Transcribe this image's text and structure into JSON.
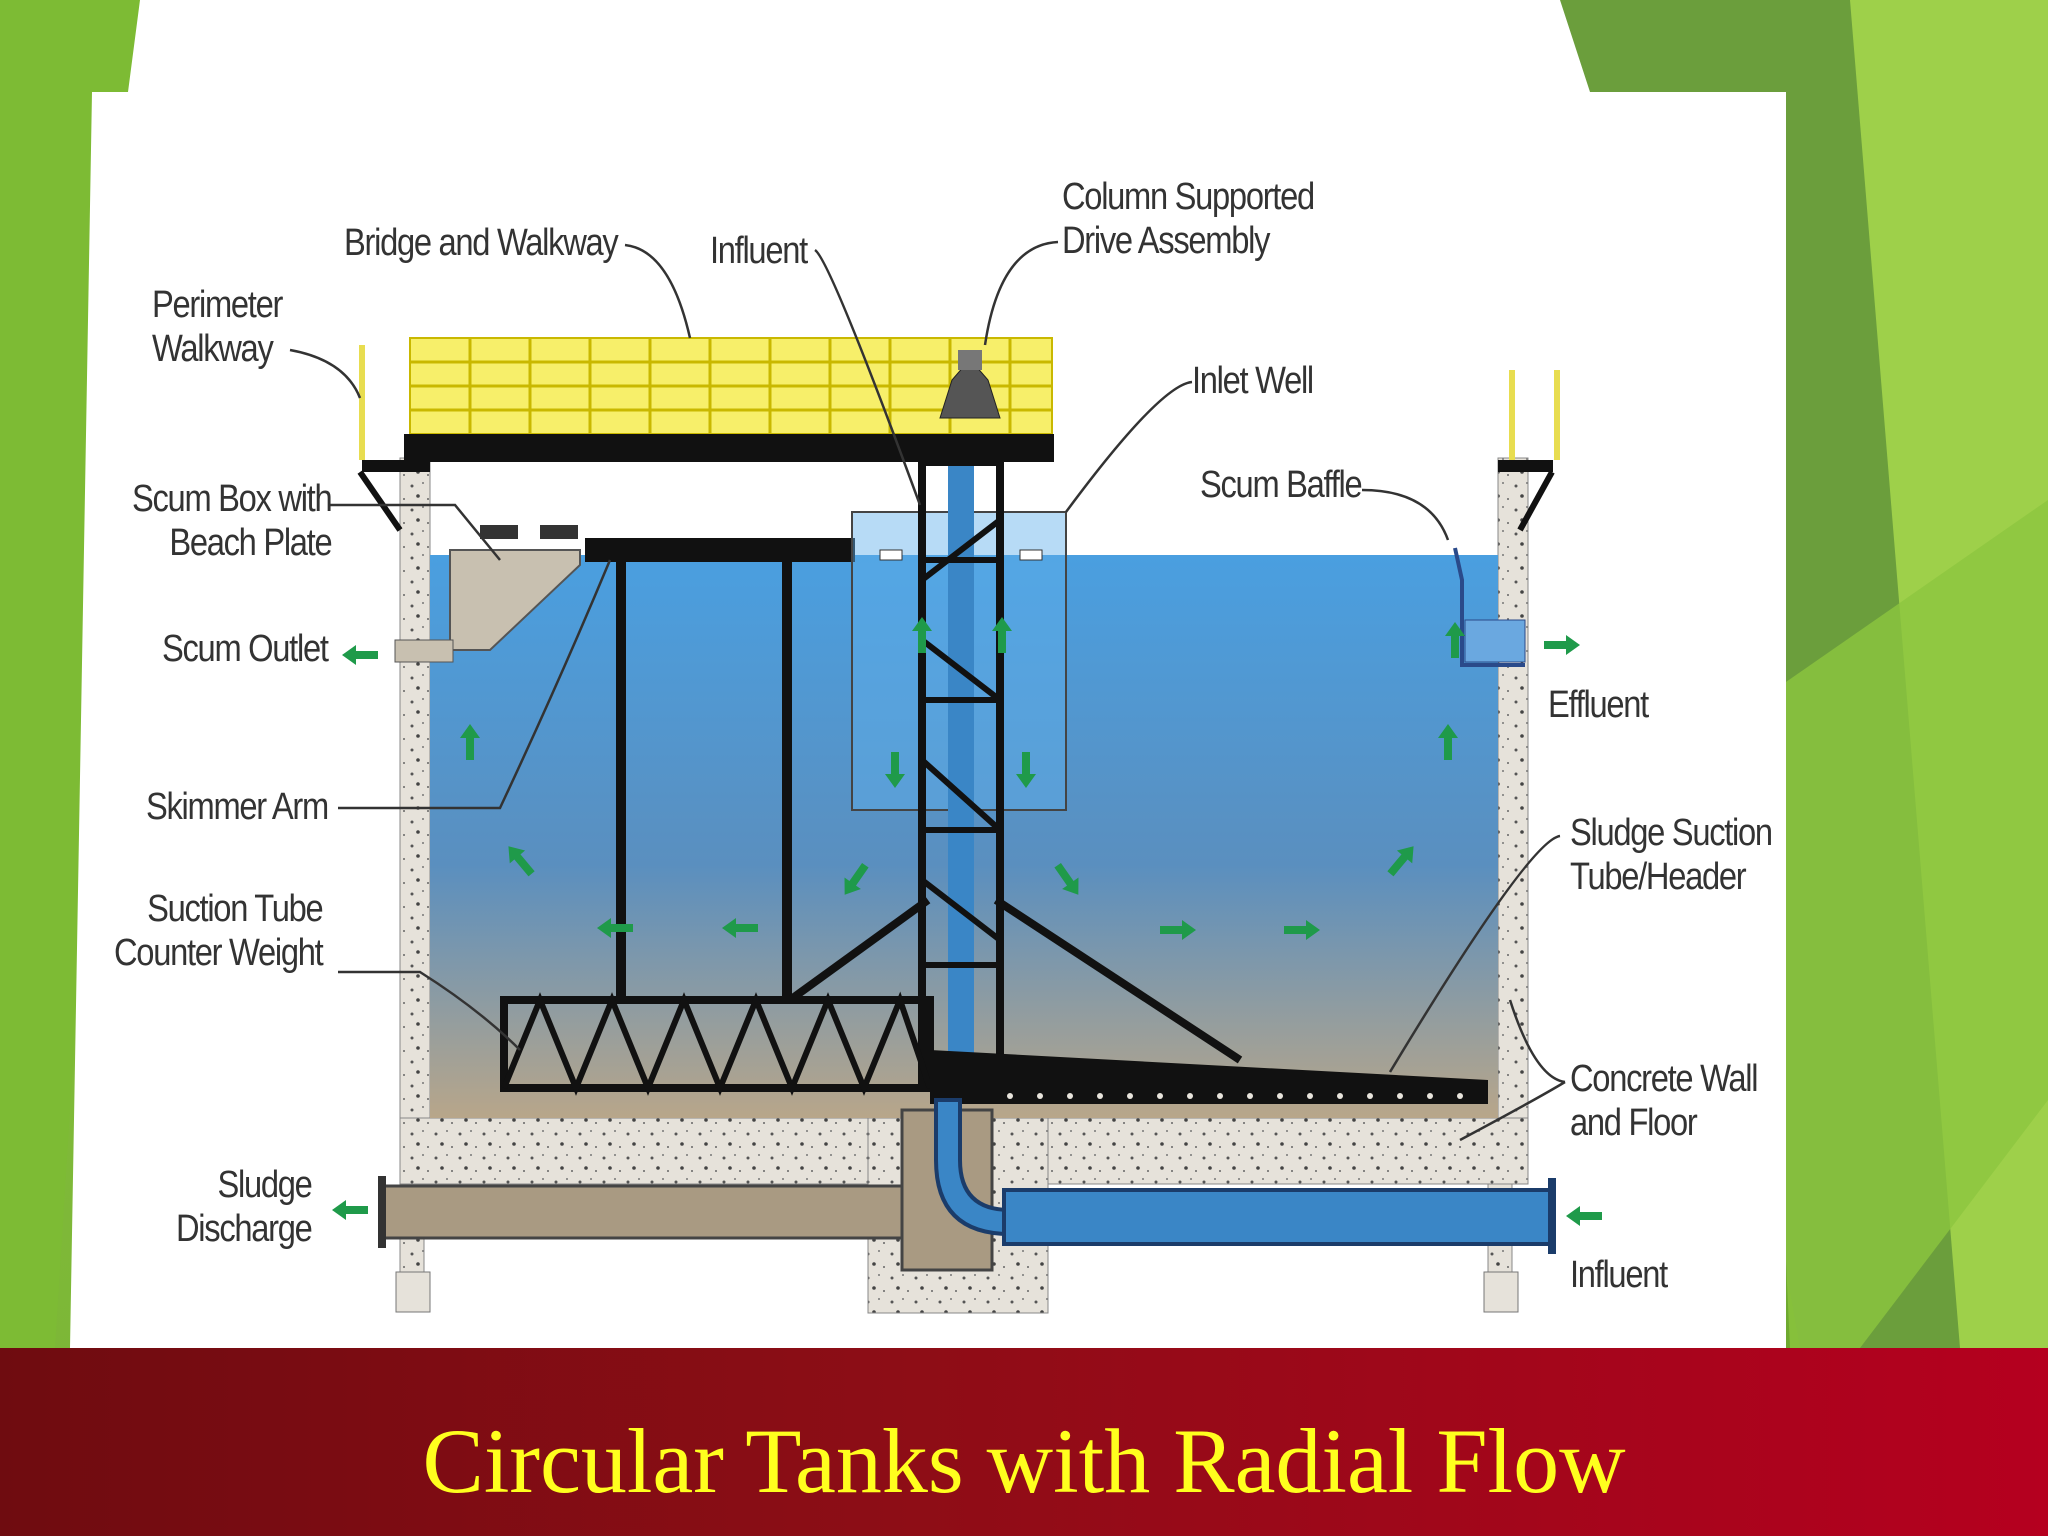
{
  "slide": {
    "title": "Circular Tanks with Radial Flow"
  },
  "diagram": {
    "labels": {
      "perimeter_walkway": "Perimeter\nWalkway",
      "bridge_walkway": "Bridge and Walkway",
      "influent_top": "Influent",
      "column_drive": "Column Supported\nDrive Assembly",
      "inlet_well": "Inlet Well",
      "scum_baffle": "Scum Baffle",
      "scum_box": "Scum Box with\nBeach Plate",
      "scum_outlet": "Scum Outlet",
      "effluent": "Effluent",
      "skimmer_arm": "Skimmer Arm",
      "sludge_suction": "Sludge Suction\nTube/Header",
      "suction_counter": "Suction Tube\nCounter Weight",
      "concrete_wall": "Concrete Wall\nand Floor",
      "sludge_discharge": "Sludge\nDischarge",
      "influent_bottom": "Influent"
    }
  },
  "colors": {
    "water_top": "#4a9fe0",
    "water_bottom": "#b8a68a",
    "walkway": "#f7ef6a",
    "arrow": "#1f9a4a",
    "title_text": "#ffff1e",
    "title_bar": "#8e0d16"
  }
}
